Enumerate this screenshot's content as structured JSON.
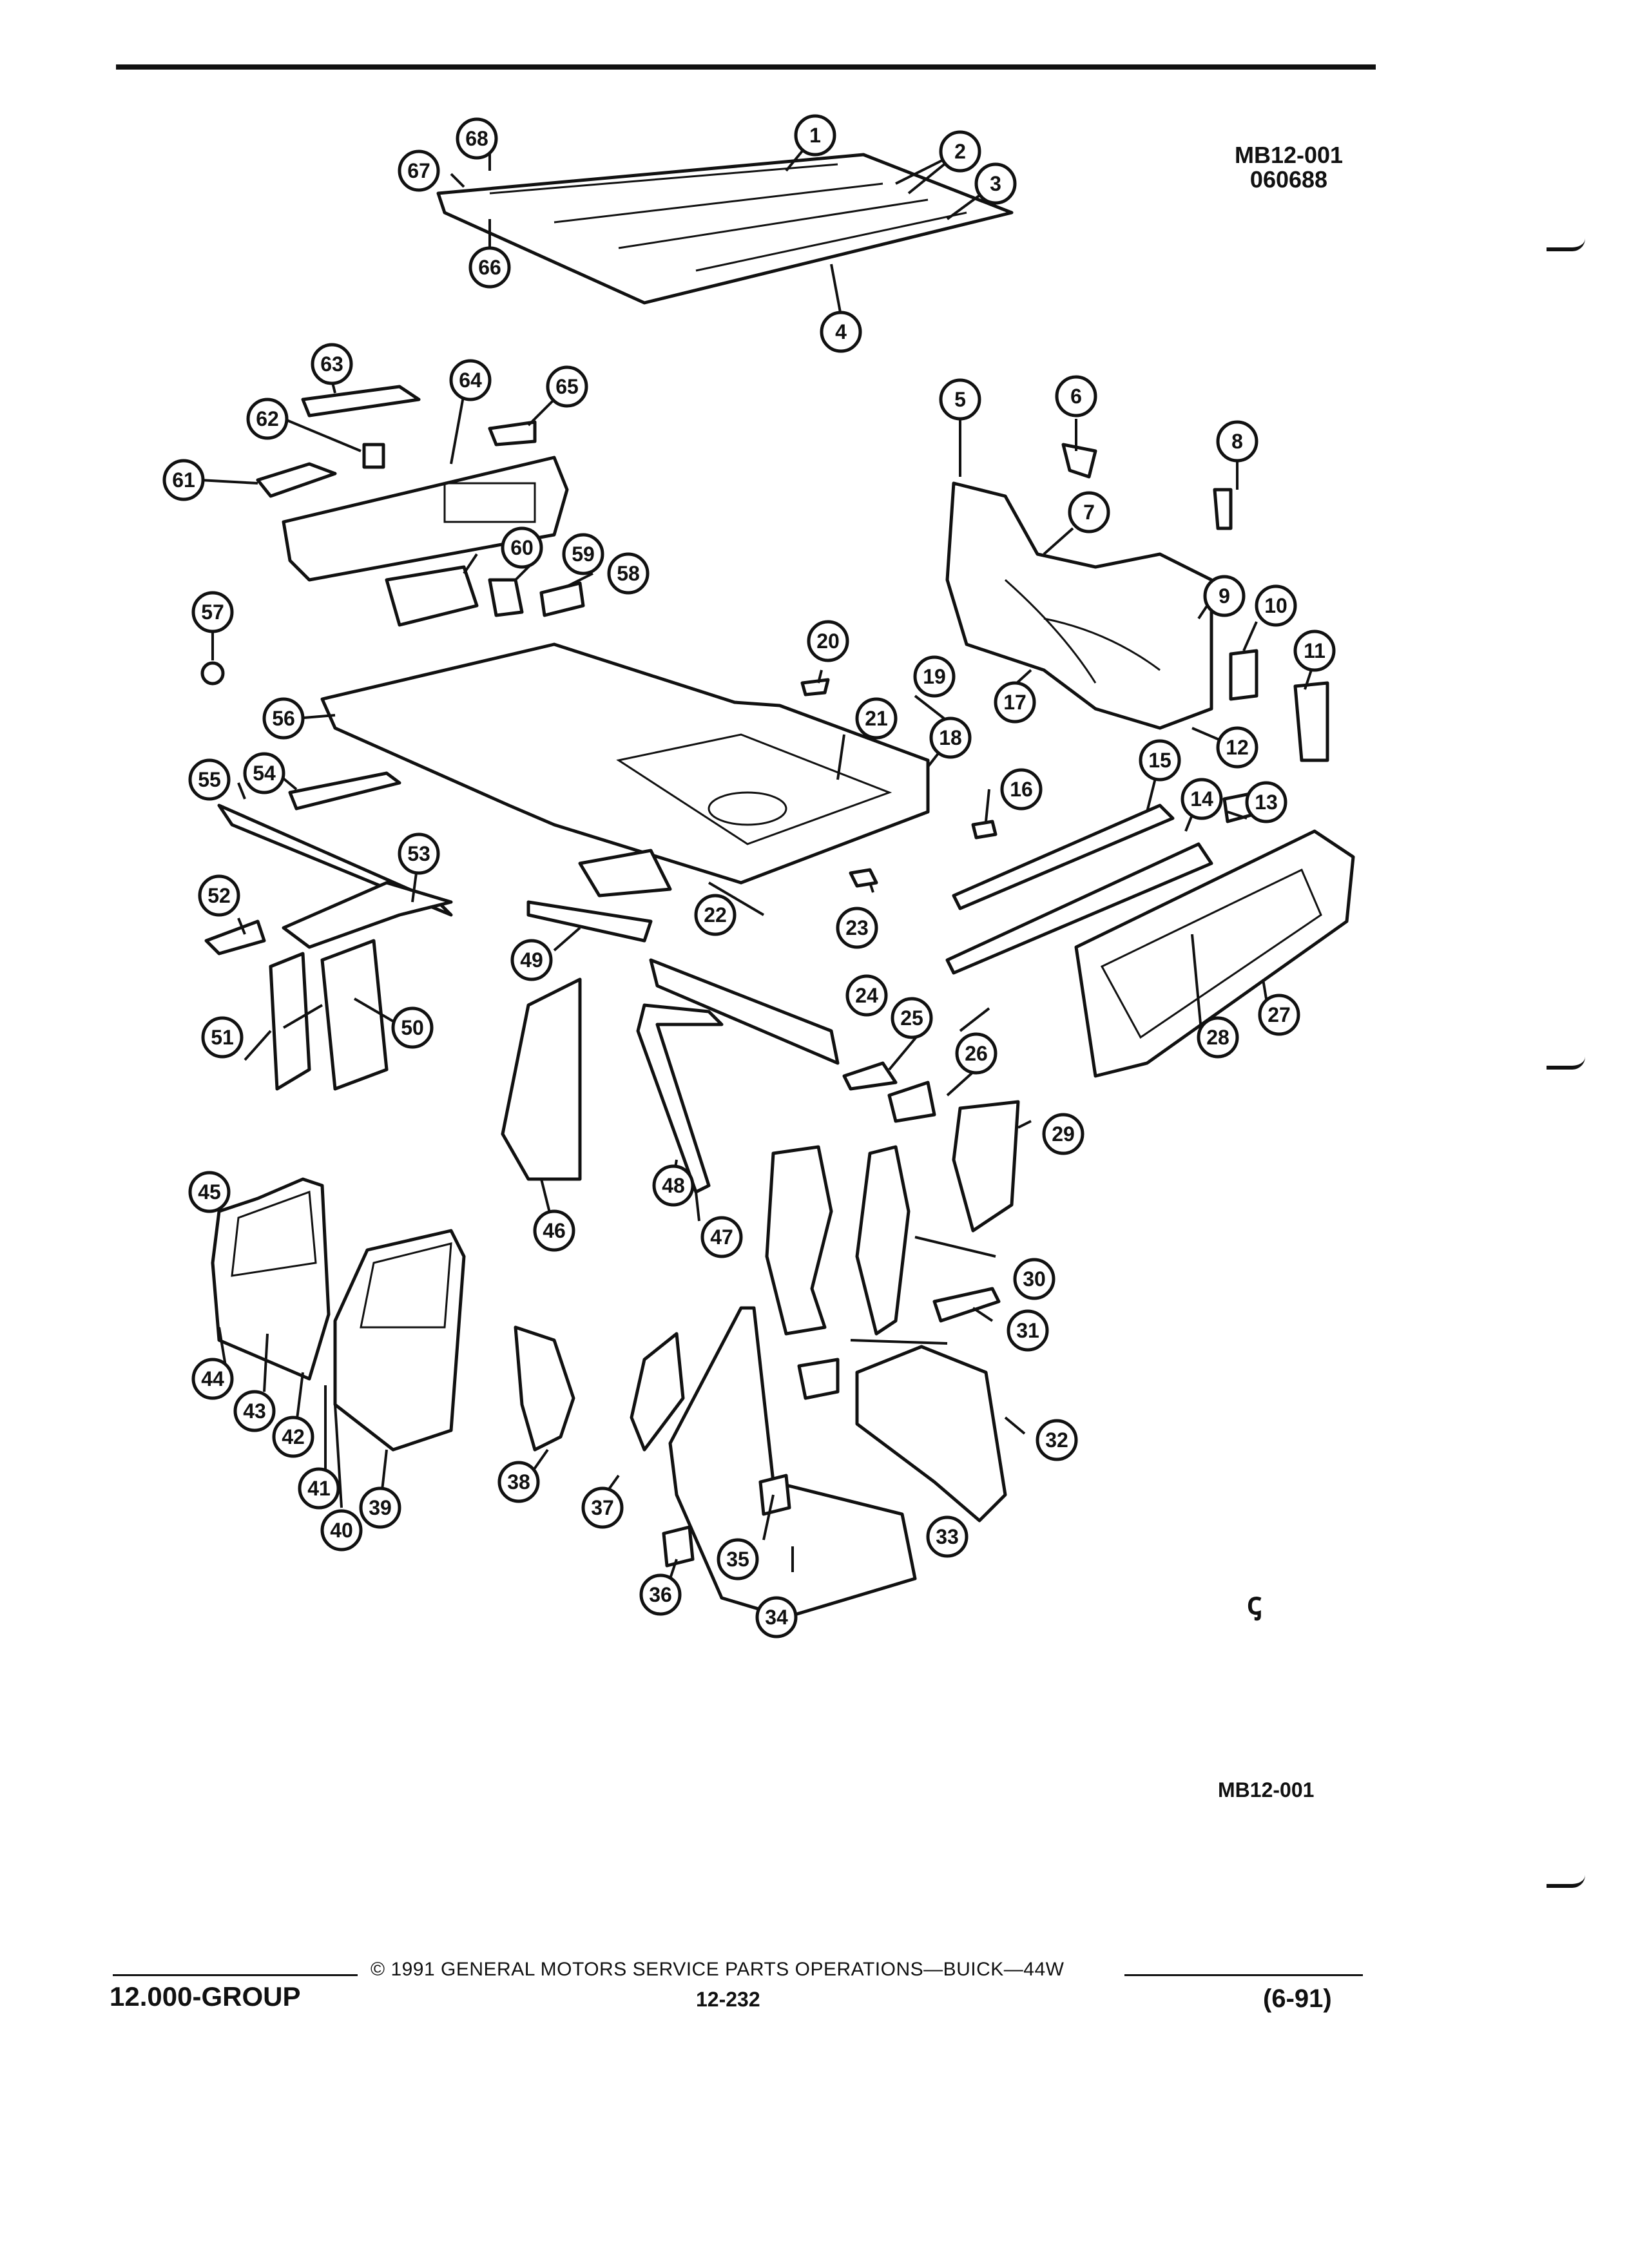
{
  "header": {
    "ref_code": "MB12-001",
    "ref_date": "060688"
  },
  "figure_id": "MB12-001",
  "logo_text": "ꞔ",
  "callouts": [
    "1",
    "2",
    "3",
    "4",
    "5",
    "6",
    "7",
    "8",
    "9",
    "10",
    "11",
    "12",
    "13",
    "14",
    "15",
    "16",
    "17",
    "18",
    "19",
    "20",
    "21",
    "22",
    "23",
    "24",
    "25",
    "26",
    "27",
    "28",
    "29",
    "30",
    "31",
    "32",
    "33",
    "34",
    "35",
    "36",
    "37",
    "38",
    "39",
    "40",
    "41",
    "42",
    "43",
    "44",
    "45",
    "46",
    "47",
    "48",
    "49",
    "50",
    "51",
    "52",
    "53",
    "54",
    "55",
    "56",
    "57",
    "58",
    "59",
    "60",
    "61",
    "62",
    "63",
    "64",
    "65",
    "66",
    "67",
    "68"
  ],
  "footer": {
    "copyright": "© 1991 GENERAL MOTORS SERVICE PARTS OPERATIONS—BUICK—44W",
    "group": "12.000-GROUP",
    "page": "12-232",
    "date": "(6-91)"
  }
}
